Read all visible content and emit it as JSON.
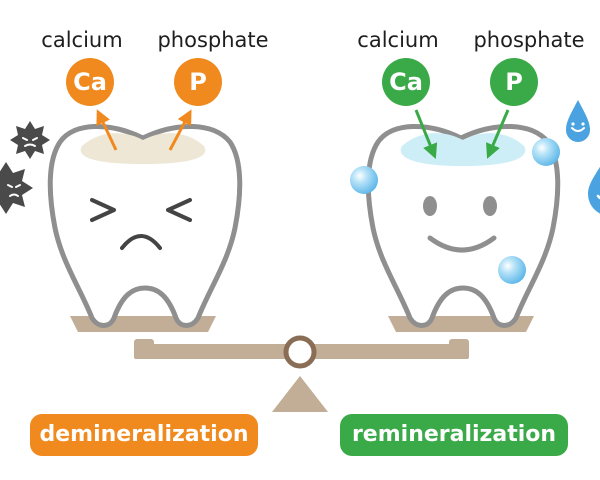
{
  "left_process": {
    "labels": [
      "calcium",
      "phosphate"
    ],
    "symbols": [
      "Ca",
      "P"
    ],
    "caption": "demineralization",
    "color": "#f08a1e"
  },
  "right_process": {
    "labels": [
      "calcium",
      "phosphate"
    ],
    "symbols": [
      "Ca",
      "P"
    ],
    "caption": "remineralization",
    "color": "#3aaa48"
  },
  "palette": {
    "outline": "#8f8f8f",
    "stand": "#c2ad96",
    "damage": "#eee7d6",
    "water": "#cdeef6",
    "bubble": "#8ed0f2",
    "drop": "#4aa3e0",
    "germ": "#4a4a4a"
  },
  "icons": [
    "germ-icon",
    "water-drop-icon",
    "bubble-icon",
    "arrow-up-icon",
    "arrow-down-icon"
  ]
}
